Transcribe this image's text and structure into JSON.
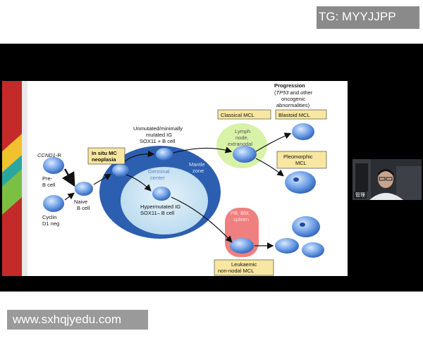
{
  "watermarks": {
    "top": "TG: MYYJJPP",
    "bottom": "www.sxhqjyedu.com"
  },
  "slide": {
    "ccnd1": "CCND1",
    "ccnd1_suffix": "-R",
    "pre_b_cell": [
      "Pre-",
      "B cell"
    ],
    "cyclin_d1": [
      "Cyclin",
      "D1 neg"
    ],
    "naive_b_cell": [
      "Naive",
      "B cell"
    ],
    "in_situ": [
      "In situ MC",
      "neoplasia"
    ],
    "unmutated": [
      "Unmutated/minimally",
      "mutated IG",
      "SOX11 + B cell"
    ],
    "germinal_center": [
      "Germinal",
      "center"
    ],
    "mantle_zone": [
      "Mantle",
      "zone"
    ],
    "hypermutated": [
      "Hypermutated IG",
      "SOX11– B cell"
    ],
    "lymph_node": [
      "Lymph",
      "node,",
      "extranodal"
    ],
    "classical_mcl": "Classical MCL",
    "progression_title": "Progression",
    "progression_tp53": "TP53",
    "progression_lines": [
      " and other",
      "oncogenic",
      "abnormalities)"
    ],
    "blastoid_mcl": "Blastoid MCL",
    "pleomorphic_mcl": [
      "Pleomorphic",
      "MCL"
    ],
    "pb_bm": [
      "PB, BM,",
      "spleen"
    ],
    "leukaemic": [
      "Leukaemic",
      "non-nodal MCL"
    ]
  },
  "video": {
    "name_tag": "管理"
  },
  "colors": {
    "accent_blue": "#2b67c4",
    "label_yellow": "#f8e7a0",
    "lymph_green": "#d8f2a8",
    "blood_pink": "#f08080"
  }
}
